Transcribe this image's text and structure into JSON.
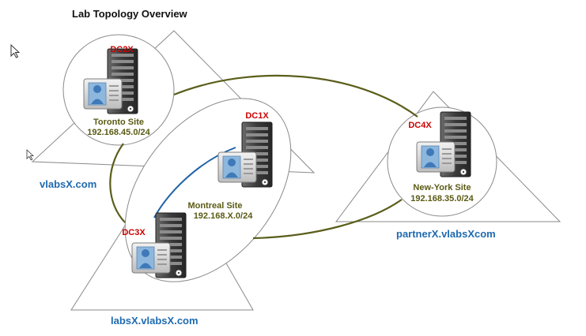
{
  "title": "Lab Topology Overview",
  "colors": {
    "dc_label": "#cc0000",
    "site_text": "#5a5a14",
    "domain_text": "#1f6ab0",
    "link_olive": "#5b5e1a",
    "link_blue": "#1f63a8",
    "outline": "#8a8a8a"
  },
  "domains": {
    "vlabs": "vlabsX.com",
    "partner": "partnerX.vlabsXcom",
    "labs": "labsX.vlabsX.com"
  },
  "servers": {
    "dc2": {
      "name": "DC2X",
      "site": "Toronto Site",
      "subnet": "192.168.45.0/24"
    },
    "dc1": {
      "name": "DC1X"
    },
    "dc3": {
      "name": "DC3X"
    },
    "dc4": {
      "name": "DC4X",
      "site": "New-York Site",
      "subnet": "192.168.35.0/24"
    }
  },
  "montreal": {
    "site": "Montreal Site",
    "subnet": "192.168.X.0/24"
  },
  "icons": [
    "mouse-pointer-icon",
    "server-tower-icon",
    "user-card-icon"
  ]
}
